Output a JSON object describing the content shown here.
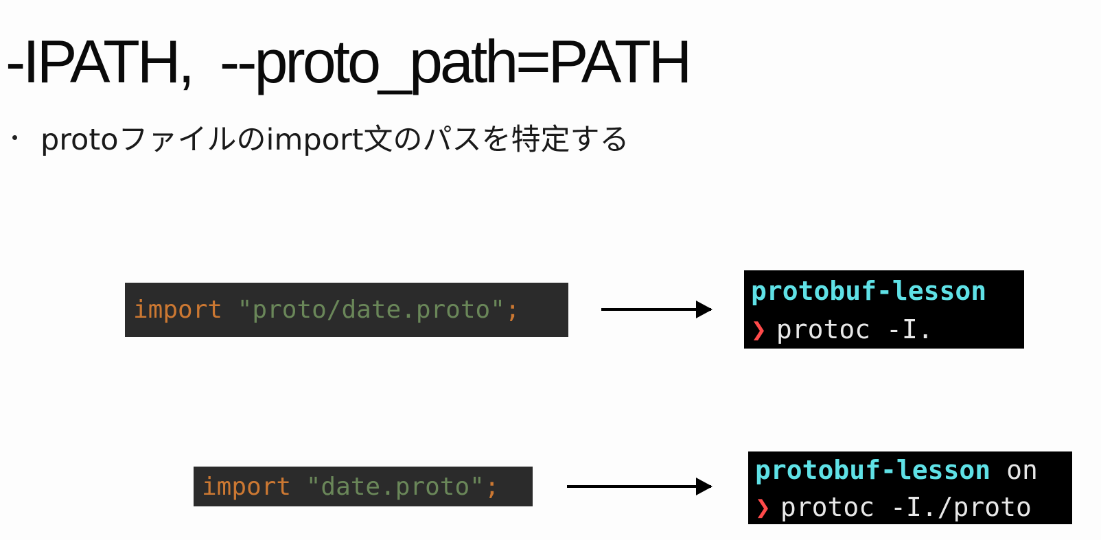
{
  "slide": {
    "title_flag": "-IPATH,",
    "title_long": "--proto_path=PATH",
    "bullet": "protoファイルのimport文のパスを特定する"
  },
  "examples": [
    {
      "code": {
        "keyword": "import",
        "string": "\"proto/date.proto\"",
        "terminator": ";"
      },
      "terminal": {
        "directory": "protobuf-lesson",
        "suffix": "",
        "prompt": "❯",
        "command": "protoc -I."
      }
    },
    {
      "code": {
        "keyword": "import",
        "string": "\"date.proto\"",
        "terminator": ";"
      },
      "terminal": {
        "directory": "protobuf-lesson",
        "suffix": "on",
        "prompt": "❯",
        "command": "protoc -I./proto"
      }
    }
  ],
  "colors": {
    "code_background": "#2b2b2b",
    "code_keyword": "#cc7832",
    "code_string": "#6a8759",
    "terminal_background": "#000000",
    "terminal_directory": "#5fe1e6",
    "terminal_prompt": "#ff4a4a",
    "terminal_text": "#e8e8e8"
  }
}
